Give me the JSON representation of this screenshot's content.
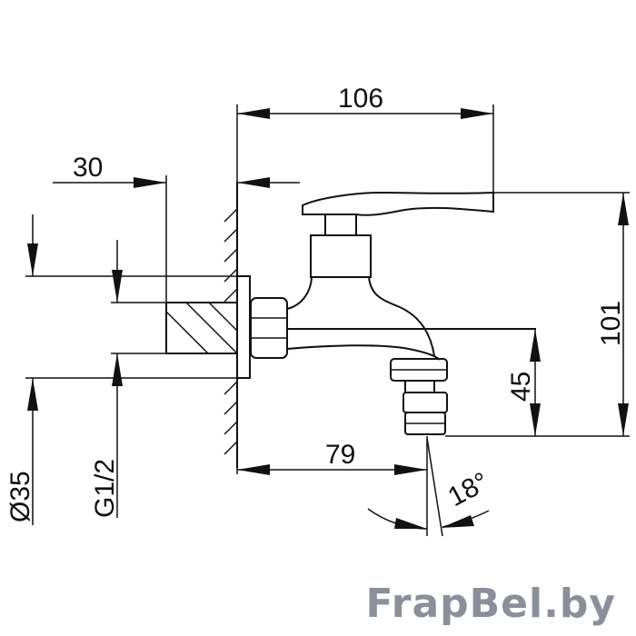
{
  "dimensions": {
    "width_top": "106",
    "wall_offset": "30",
    "height_total": "101",
    "height_spout": "45",
    "spout_reach": "79",
    "angle": "18°",
    "diameter": "Ø35",
    "thread": "G1/2"
  },
  "watermark": "FrapBel.by",
  "colors": {
    "line": "#111111",
    "watermark": "#8a8f99",
    "background": "#ffffff"
  }
}
